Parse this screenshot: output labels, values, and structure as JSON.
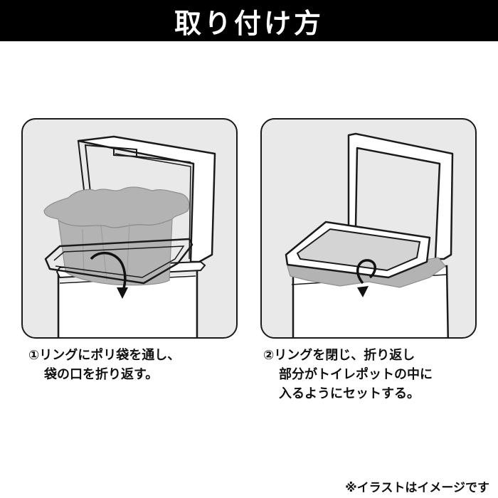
{
  "header": {
    "title": "取り付け方"
  },
  "steps": [
    {
      "lines": [
        "①リングにポリ袋を通し、",
        "袋の口を折り返す。"
      ]
    },
    {
      "lines": [
        "②リングを閉じ、折り返し",
        "部分がトイレポットの中に",
        "入るようにセットする。"
      ]
    }
  ],
  "note": "※イラストはイメージです",
  "colors": {
    "header_bg": "#000000",
    "panel_bg": "#e9e9e9",
    "bag": "#b3b3b3",
    "outline": "#1a1a1a"
  },
  "illustrations": [
    "bin-open-ring-lifted-with-bag",
    "bin-ring-closed-bag-folded"
  ]
}
